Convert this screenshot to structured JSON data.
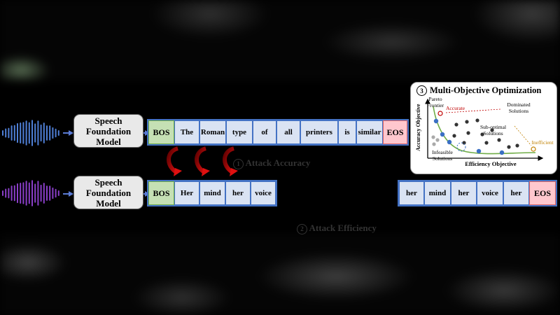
{
  "model_label": "Speech\nFoundation\nModel",
  "row1": {
    "tokens": [
      "BOS",
      "The",
      "Roman",
      "type",
      "of",
      "all",
      "printers",
      "is",
      "similar",
      "EOS"
    ]
  },
  "row2": {
    "tokens": [
      "BOS",
      "Her",
      "mind",
      "her",
      "voice"
    ]
  },
  "row2_extra": {
    "tokens": [
      "her",
      "mind",
      "her",
      "voice",
      "her",
      "EOS"
    ]
  },
  "attack1": {
    "num": "1",
    "label": "Attack Accuracy"
  },
  "attack2": {
    "num": "2",
    "label": "Attack Efficiency"
  },
  "moo": {
    "num": "3",
    "title": "Multi-Objective Optimization",
    "y_axis": "Accuracy Objective",
    "x_axis": "Efficiency Objective",
    "pareto": "Pareto\nFrontier",
    "accurate": "Accurate",
    "dominated": "Dominated\nSolutions",
    "suboptimal": "Sub-optimal\nSolutions",
    "infeasible": "Infeasible\nSolutions",
    "inefficient": "Inefficient"
  },
  "colors": {
    "wave1": "#4f7fd6",
    "wave2": "#8a3fc9",
    "token_blue": "#dae3f3",
    "bos_green": "#c5e0b4",
    "eos_red": "#ffc7ce",
    "curl_red": "#c00000",
    "pareto_green": "#70ad47"
  },
  "icons": [
    "waveform-icon",
    "curved-arrow-icon"
  ]
}
